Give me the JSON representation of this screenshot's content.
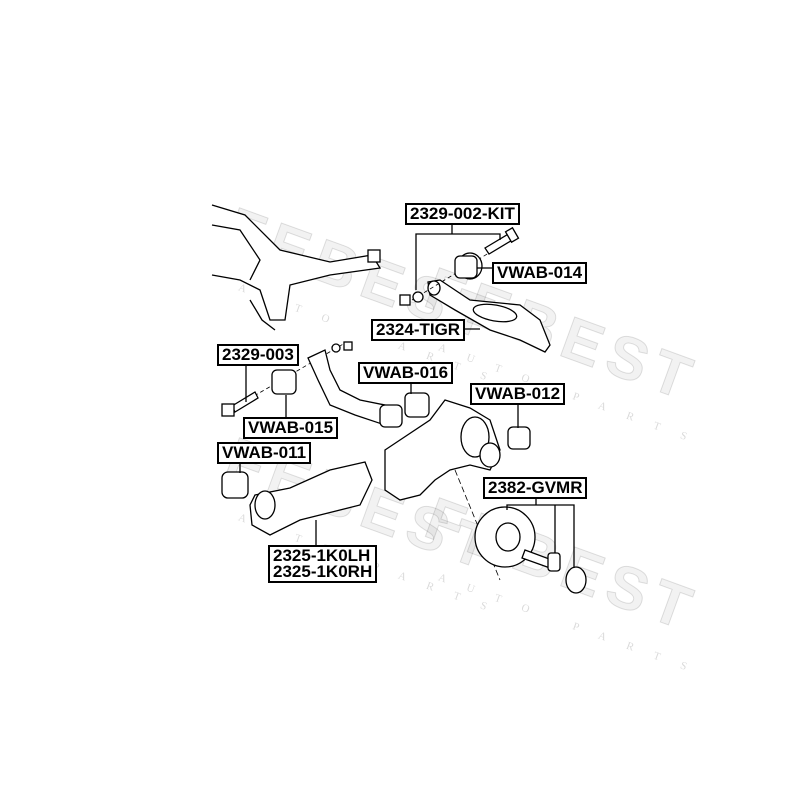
{
  "watermark": {
    "brand": "FEBEST",
    "sub": "AUTO PARTS"
  },
  "labels": {
    "kit": "2329-002-KIT",
    "vwab014": "VWAB-014",
    "tigr": "2324-TIGR",
    "p2329_003": "2329-003",
    "vwab016": "VWAB-016",
    "vwab012": "VWAB-012",
    "vwab015": "VWAB-015",
    "vwab011": "VWAB-011",
    "gvmr": "2382-GVMR",
    "lh": "2325-1K0LH",
    "rh": "2325-1K0RH"
  }
}
